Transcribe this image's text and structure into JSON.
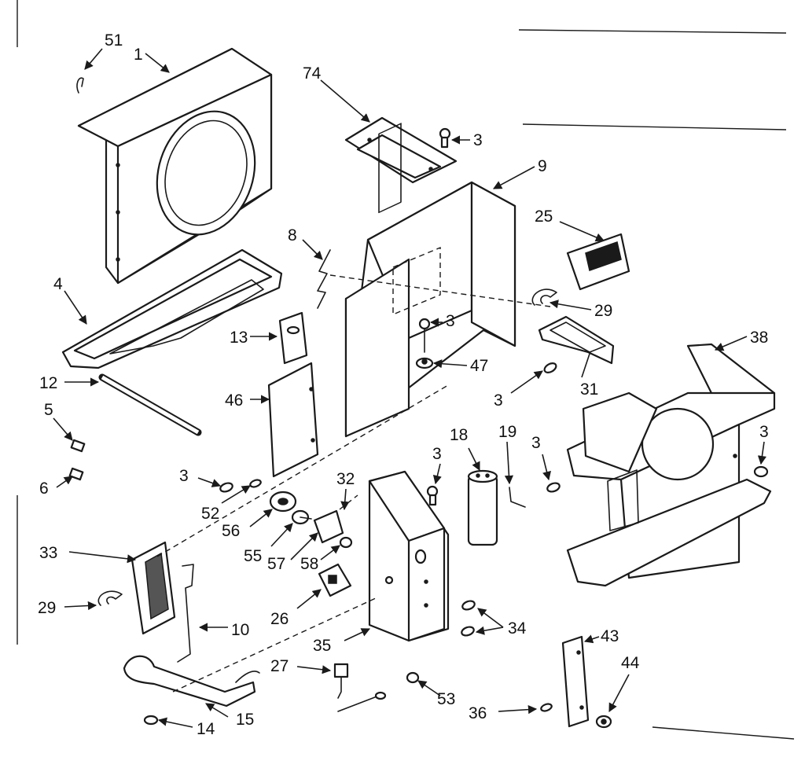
{
  "callouts": [
    {
      "id": "c51",
      "text": "51"
    },
    {
      "id": "c1",
      "text": "1"
    },
    {
      "id": "c74",
      "text": "74"
    },
    {
      "id": "c3a",
      "text": "3"
    },
    {
      "id": "c9",
      "text": "9"
    },
    {
      "id": "c25",
      "text": "25"
    },
    {
      "id": "c8",
      "text": "8"
    },
    {
      "id": "c4",
      "text": "4"
    },
    {
      "id": "c29a",
      "text": "29"
    },
    {
      "id": "c3b",
      "text": "3"
    },
    {
      "id": "c13",
      "text": "13"
    },
    {
      "id": "c38",
      "text": "38"
    },
    {
      "id": "c47",
      "text": "47"
    },
    {
      "id": "c12",
      "text": "12"
    },
    {
      "id": "c3c",
      "text": "3"
    },
    {
      "id": "c31",
      "text": "31"
    },
    {
      "id": "c46",
      "text": "46"
    },
    {
      "id": "c5",
      "text": "5"
    },
    {
      "id": "c18",
      "text": "18"
    },
    {
      "id": "c19",
      "text": "19"
    },
    {
      "id": "c3d",
      "text": "3"
    },
    {
      "id": "c3e",
      "text": "3"
    },
    {
      "id": "c3f",
      "text": "3"
    },
    {
      "id": "c3g",
      "text": "3"
    },
    {
      "id": "c32",
      "text": "32"
    },
    {
      "id": "c6",
      "text": "6"
    },
    {
      "id": "c52",
      "text": "52"
    },
    {
      "id": "c56",
      "text": "56"
    },
    {
      "id": "c33",
      "text": "33"
    },
    {
      "id": "c55",
      "text": "55"
    },
    {
      "id": "c57",
      "text": "57"
    },
    {
      "id": "c58",
      "text": "58"
    },
    {
      "id": "c29b",
      "text": "29"
    },
    {
      "id": "c26",
      "text": "26"
    },
    {
      "id": "c10",
      "text": "10"
    },
    {
      "id": "c34",
      "text": "34"
    },
    {
      "id": "c35",
      "text": "35"
    },
    {
      "id": "c43",
      "text": "43"
    },
    {
      "id": "c27",
      "text": "27"
    },
    {
      "id": "c44",
      "text": "44"
    },
    {
      "id": "c53",
      "text": "53"
    },
    {
      "id": "c36",
      "text": "36"
    },
    {
      "id": "c14",
      "text": "14"
    },
    {
      "id": "c15",
      "text": "15"
    }
  ]
}
